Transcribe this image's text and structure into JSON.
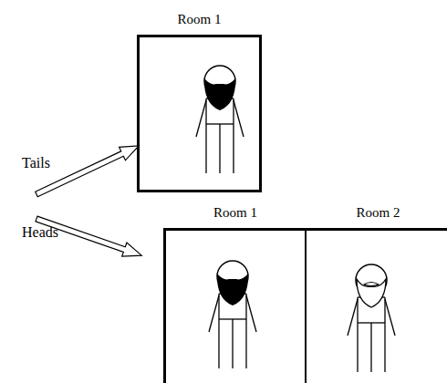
{
  "diagram": {
    "nodes": [
      {
        "text": [
          "Room 1"
        ]
      },
      {
        "text": [
          "Room 1"
        ]
      },
      {
        "text": [
          "Room 2"
        ]
      }
    ],
    "labels": [
      "Tails",
      "Heads"
    ]
  }
}
